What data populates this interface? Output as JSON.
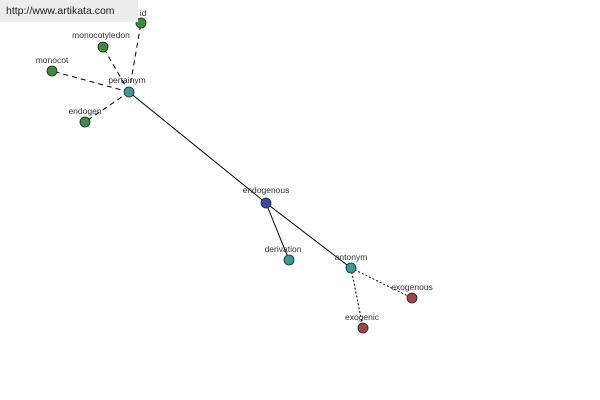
{
  "watermark": "http://www.artikata.com",
  "colors": {
    "central": "#3a4aa8",
    "relation": "#3c9a96",
    "word_green": "#3f8a3f",
    "word_red": "#a04545",
    "edge": "#000000",
    "stroke": "#222222"
  },
  "nodes": [
    {
      "id": "endogenous",
      "label": "endogenous",
      "kind": "central"
    },
    {
      "id": "pertainym",
      "label": "pertainym",
      "kind": "relation"
    },
    {
      "id": "derivation",
      "label": "derivation",
      "kind": "relation"
    },
    {
      "id": "antonym",
      "label": "antonym",
      "kind": "relation"
    },
    {
      "id": "id",
      "label": "id",
      "kind": "word_green"
    },
    {
      "id": "monocotyledon",
      "label": "monocotyledon",
      "kind": "word_green"
    },
    {
      "id": "monocot",
      "label": "monocot",
      "kind": "word_green"
    },
    {
      "id": "endogen",
      "label": "endogen",
      "kind": "word_green"
    },
    {
      "id": "exogenous",
      "label": "exogenous",
      "kind": "word_red"
    },
    {
      "id": "exogenic",
      "label": "exogenic",
      "kind": "word_red"
    }
  ],
  "edges": [
    {
      "from": "endogenous",
      "to": "pertainym",
      "style": "solid"
    },
    {
      "from": "endogenous",
      "to": "derivation",
      "style": "solid"
    },
    {
      "from": "endogenous",
      "to": "antonym",
      "style": "solid"
    },
    {
      "from": "pertainym",
      "to": "id",
      "style": "dashed"
    },
    {
      "from": "pertainym",
      "to": "monocotyledon",
      "style": "dashed"
    },
    {
      "from": "pertainym",
      "to": "monocot",
      "style": "dashed"
    },
    {
      "from": "pertainym",
      "to": "endogen",
      "style": "dashed"
    },
    {
      "from": "antonym",
      "to": "exogenous",
      "style": "dotted"
    },
    {
      "from": "antonym",
      "to": "exogenic",
      "style": "dotted"
    }
  ]
}
